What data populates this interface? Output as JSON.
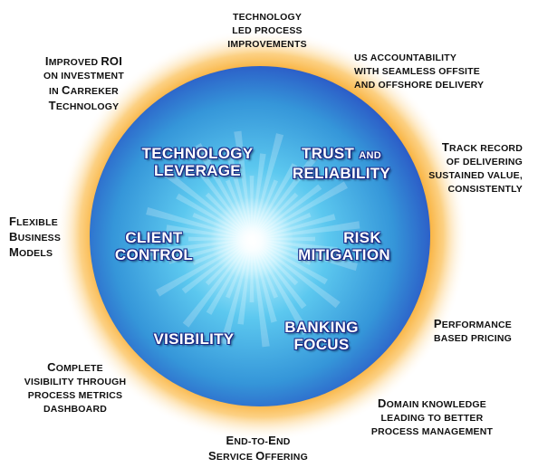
{
  "colors": {
    "halo": "#f7a21b",
    "sphere_center": "#bff3ff",
    "sphere_mid": "#3cb6e6",
    "sphere_edge": "#2a52c4",
    "inner_text": "#ffffff",
    "inner_outline": "#1a2a88",
    "outer_text": "#111111"
  },
  "inner": {
    "technology_leverage": [
      "TECHNOLOGY",
      "LEVERAGE"
    ],
    "trust": {
      "word": "TRUST",
      "and": "AND",
      "second": "RELIABILITY"
    },
    "client_control": [
      "CLIENT",
      "CONTROL"
    ],
    "risk_mitigation": [
      "RISK",
      "MITIGATION"
    ],
    "visibility": "VISIBILITY",
    "banking_focus": [
      "BANKING",
      "FOCUS"
    ]
  },
  "outer": {
    "top": {
      "l1": "TECHNOLOGY",
      "l2": "LED PROCESS",
      "l3": "IMPROVEMENTS"
    },
    "top_right": {
      "l1": "US ACCOUNTABILITY",
      "l2": "WITH SEAMLESS OFFSITE",
      "l3": "AND OFFSHORE DELIVERY"
    },
    "right_upper": {
      "cap": "T",
      "l1rest": "RACK RECORD",
      "l2": "OF DELIVERING",
      "l3": "SUSTAINED VALUE,",
      "l4": "CONSISTENTLY"
    },
    "right_lower": {
      "cap": "P",
      "l1rest": "ERFORMANCE",
      "l2": "BASED PRICING"
    },
    "bottom_right": {
      "cap": "D",
      "l1rest": "OMAIN KNOWLEDGE",
      "l2": "LEADING TO BETTER",
      "l3": "PROCESS MANAGEMENT"
    },
    "bottom": {
      "cap1": "E",
      "l1rest": "ND-TO-",
      "cap2": "E",
      "l1rest2": "ND",
      "cap3": "S",
      "l2rest": "ERVICE ",
      "cap4": "O",
      "l2rest2": "FFERING"
    },
    "bottom_left": {
      "cap": "C",
      "l1rest": "OMPLETE",
      "l2": "VISIBILITY THROUGH",
      "l3": "PROCESS METRICS",
      "l4": "DASHBOARD"
    },
    "left": {
      "cap1": "F",
      "l1rest": "LEXIBLE",
      "cap2": "B",
      "l2rest": "USINESS",
      "cap3": "M",
      "l3rest": "ODELS"
    },
    "top_left": {
      "cap1": "I",
      "l1rest": "MPROVED ",
      "roi": "ROI",
      "l2": "ON INVESTMENT",
      "l3": "IN ",
      "cap2": "C",
      "l3rest": "ARREKER",
      "cap3": "T",
      "l4rest": "ECHNOLOGY"
    }
  }
}
